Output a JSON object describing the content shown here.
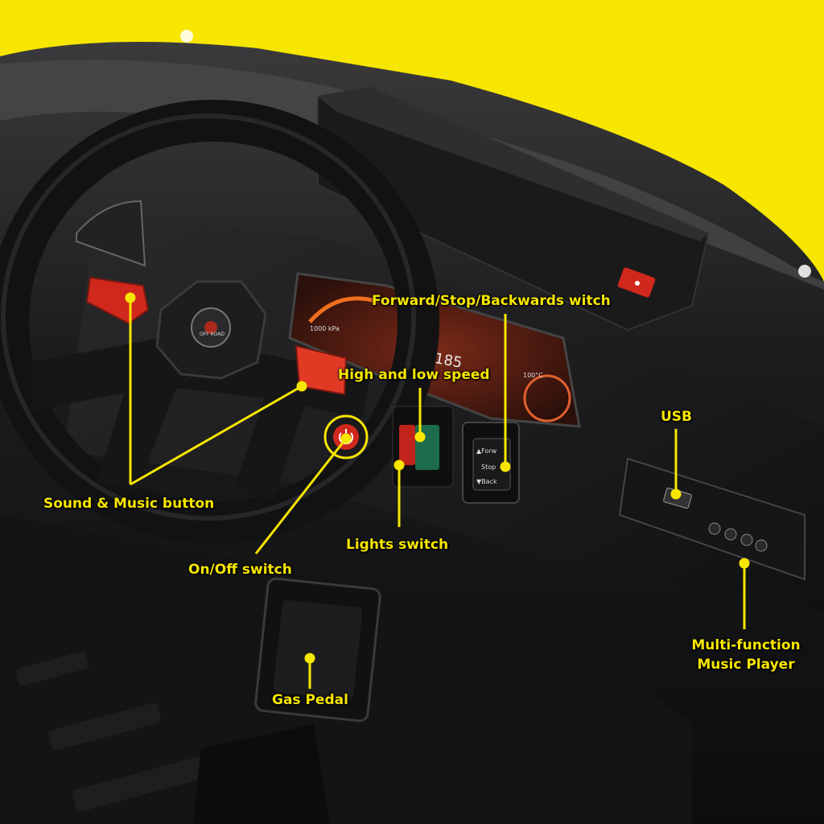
{
  "colors": {
    "background": "#f7e600",
    "callout": "#f7e600",
    "button_red": "#d0281c"
  },
  "callouts": {
    "forward_switch": "Forward/Stop/Backwards witch",
    "speed": "High and low speed",
    "usb": "USB",
    "sound_music": "Sound & Music button",
    "lights": "Lights switch",
    "onoff": "On/Off switch",
    "music_player": [
      "Multi-function",
      "Music Player"
    ],
    "gas_pedal": "Gas Pedal"
  },
  "dashboard_text": {
    "speed_value": "185",
    "pressure": "1000 kPa",
    "temperature": "100°C",
    "switch_labels": [
      "▲Forw",
      "Stop",
      "▼Back"
    ],
    "wheel_badge": "OFF ROAD"
  }
}
